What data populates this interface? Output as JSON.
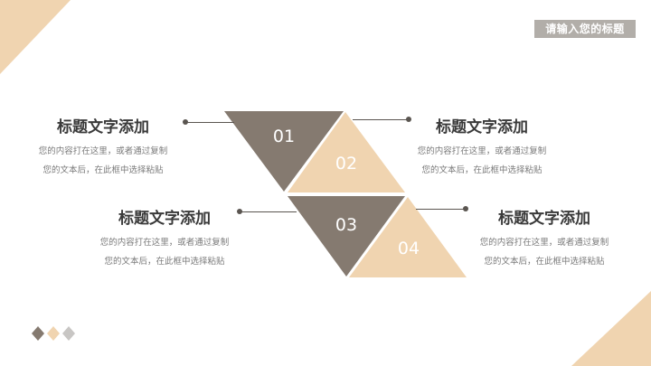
{
  "header": {
    "badge_label": "请输入您的标题"
  },
  "colors": {
    "dark": "#857a70",
    "light": "#f0d4b0",
    "badge": "#b2aea9",
    "gray": "#c8c6c4",
    "line": "#5a5550"
  },
  "steps": [
    {
      "number": "01",
      "heading": "标题文字添加",
      "desc_line1": "您的内容打在这里，或者通过复制",
      "desc_line2": "您的文本后，在此框中选择粘贴"
    },
    {
      "number": "02",
      "heading": "标题文字添加",
      "desc_line1": "您的内容打在这里，或者通过复制",
      "desc_line2": "您的文本后，在此框中选择粘贴"
    },
    {
      "number": "03",
      "heading": "标题文字添加",
      "desc_line1": "您的内容打在这里，或者通过复制",
      "desc_line2": "您的文本后，在此框中选择粘贴"
    },
    {
      "number": "04",
      "heading": "标题文字添加",
      "desc_line1": "您的内容打在这里，或者通过复制",
      "desc_line2": "您的文本后，在此框中选择粘贴"
    }
  ]
}
